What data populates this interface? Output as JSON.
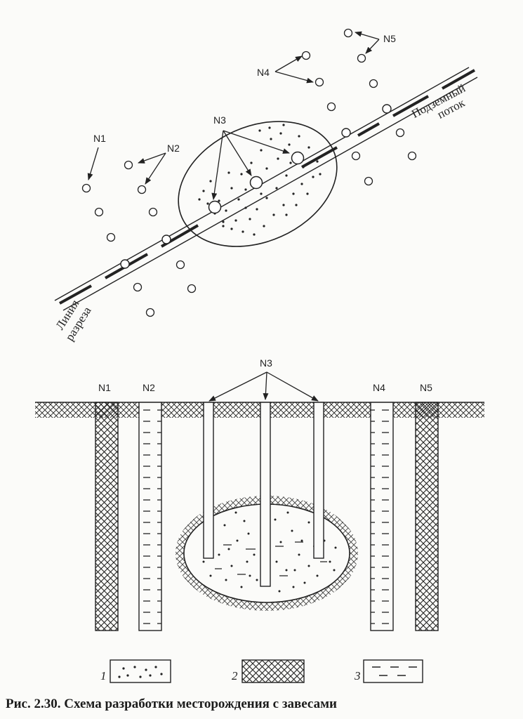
{
  "plan_view": {
    "label_n1": "N1",
    "label_n2": "N2",
    "label_n3": "N3",
    "label_n4": "N4",
    "label_n5": "N5",
    "section_line_label_1": "Линия",
    "section_line_label_2": "разреза",
    "flow_label_1": "Подземный",
    "flow_label_2": "поток"
  },
  "section_view": {
    "label_n1": "N1",
    "label_n2": "N2",
    "label_n3": "N3",
    "label_n4": "N4",
    "label_n5": "N5"
  },
  "legend": {
    "item1": "1",
    "item2": "2",
    "item3": "3"
  },
  "caption": "Рис. 2.30. Схема разработки месторождения с завесами"
}
